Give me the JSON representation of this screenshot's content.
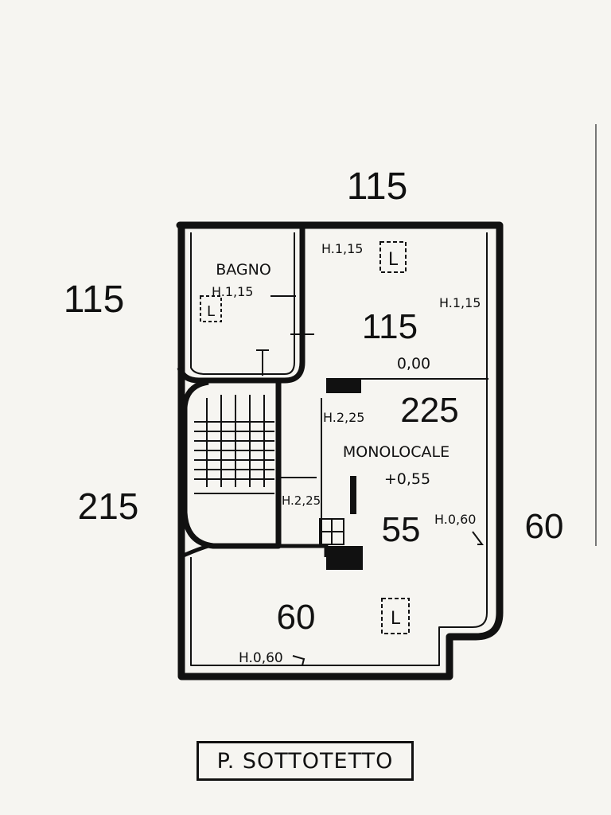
{
  "plan": {
    "heights": {
      "top_outside": "115",
      "left_outside": "115",
      "room_115": "115",
      "room_225": "225",
      "stair_215": "215",
      "room_55": "55",
      "right_outside": "60",
      "bottom_60": "60"
    },
    "labels": {
      "bagno": "BAGNO",
      "bagno_h": "H.1,15",
      "top_h": "H.1,15",
      "right_h": "H.1,15",
      "zero": "0,00",
      "h_225_a": "H.2,25",
      "h_225_b": "H.2,25",
      "monolocale": "MONOLOCALE",
      "level": "+0,55",
      "h_060_right": "H.0,60",
      "h_060_bottom": "H.0,60"
    },
    "icons": {
      "l_marker": "L"
    }
  },
  "footer": {
    "title": "P. SOTTOTETTO"
  }
}
